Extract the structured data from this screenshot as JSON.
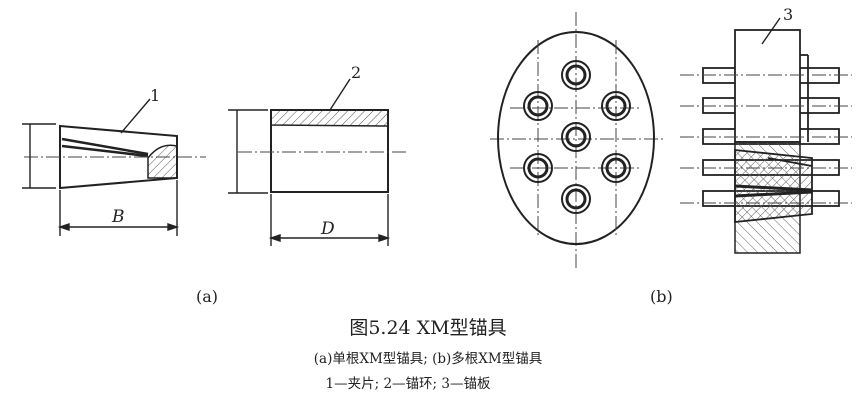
{
  "figure": {
    "title": "图5.24  XM型锚具",
    "subtitle": "(a)单根XM型锚具; (b)多根XM型锚具",
    "legend": "1—夹片; 2—锚环; 3—锚板"
  },
  "labels": {
    "part1": "1",
    "part2": "2",
    "part3": "3",
    "dim_b": "B",
    "dim_d": "D",
    "sub_a": "(a)",
    "sub_b": "(b)"
  }
}
